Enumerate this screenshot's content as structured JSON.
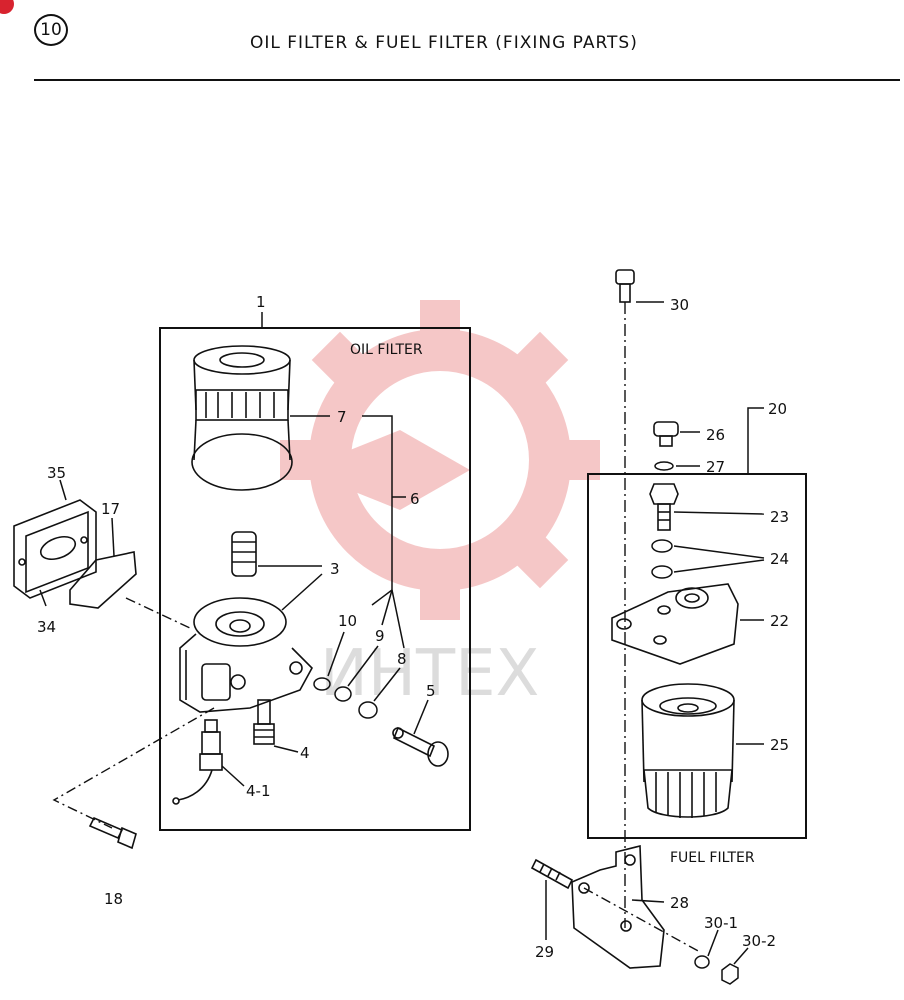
{
  "header": {
    "section_number": "10",
    "title": "OIL FILTER & FUEL FILTER (FIXING PARTS)"
  },
  "groups": {
    "oil_filter": "OIL FILTER",
    "fuel_filter": "FUEL FILTER"
  },
  "parts": {
    "p1": "1",
    "p3": "3",
    "p4": "4",
    "p4_1": "4-1",
    "p5": "5",
    "p6": "6",
    "p7": "7",
    "p8": "8",
    "p9": "9",
    "p10": "10",
    "p17": "17",
    "p18": "18",
    "p20": "20",
    "p22": "22",
    "p23": "23",
    "p24": "24",
    "p25": "25",
    "p26": "26",
    "p27": "27",
    "p28": "28",
    "p29": "29",
    "p30": "30",
    "p30_1": "30-1",
    "p30_2": "30-2",
    "p34": "34",
    "p35": "35"
  },
  "watermark": {
    "text": "ИНТЕХ",
    "color": "#f2b8b8"
  },
  "colors": {
    "line": "#111111",
    "accent": "#d8232f"
  }
}
